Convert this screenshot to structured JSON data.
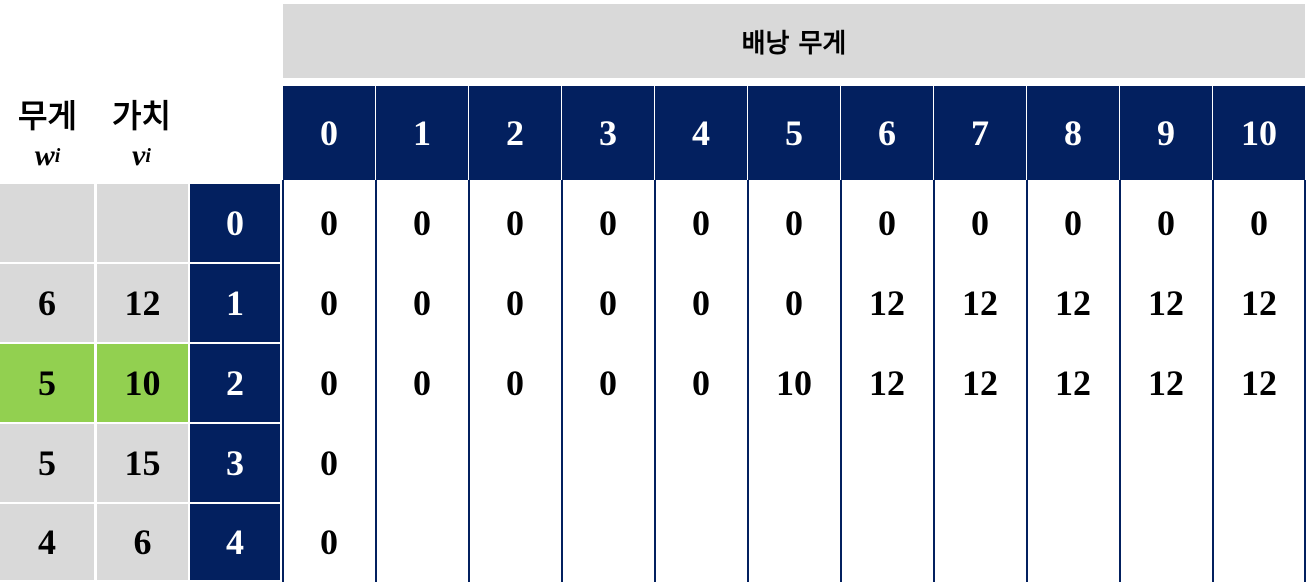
{
  "header": {
    "title": "배낭 무게",
    "col_weight_label": "무게",
    "col_weight_symbol": "w",
    "col_weight_sub": "i",
    "col_value_label": "가치",
    "col_value_symbol": "v",
    "col_value_sub": "i"
  },
  "capacities": [
    "0",
    "1",
    "2",
    "3",
    "4",
    "5",
    "6",
    "7",
    "8",
    "9",
    "10"
  ],
  "items": [
    {
      "index": "0",
      "weight": "",
      "value": "",
      "highlight": false,
      "row": [
        "0",
        "0",
        "0",
        "0",
        "0",
        "0",
        "0",
        "0",
        "0",
        "0",
        "0"
      ]
    },
    {
      "index": "1",
      "weight": "6",
      "value": "12",
      "highlight": false,
      "row": [
        "0",
        "0",
        "0",
        "0",
        "0",
        "0",
        "12",
        "12",
        "12",
        "12",
        "12"
      ]
    },
    {
      "index": "2",
      "weight": "5",
      "value": "10",
      "highlight": true,
      "row": [
        "0",
        "0",
        "0",
        "0",
        "0",
        "10",
        "12",
        "12",
        "12",
        "12",
        "12"
      ]
    },
    {
      "index": "3",
      "weight": "5",
      "value": "15",
      "highlight": false,
      "row": [
        "0",
        "",
        "",
        "",
        "",
        "",
        "",
        "",
        "",
        "",
        ""
      ]
    },
    {
      "index": "4",
      "weight": "4",
      "value": "6",
      "highlight": false,
      "row": [
        "0",
        "",
        "",
        "",
        "",
        "",
        "",
        "",
        "",
        "",
        ""
      ]
    }
  ],
  "colors": {
    "navy": "#03205f",
    "gray": "#d9d9d9",
    "highlight": "#92d050"
  }
}
